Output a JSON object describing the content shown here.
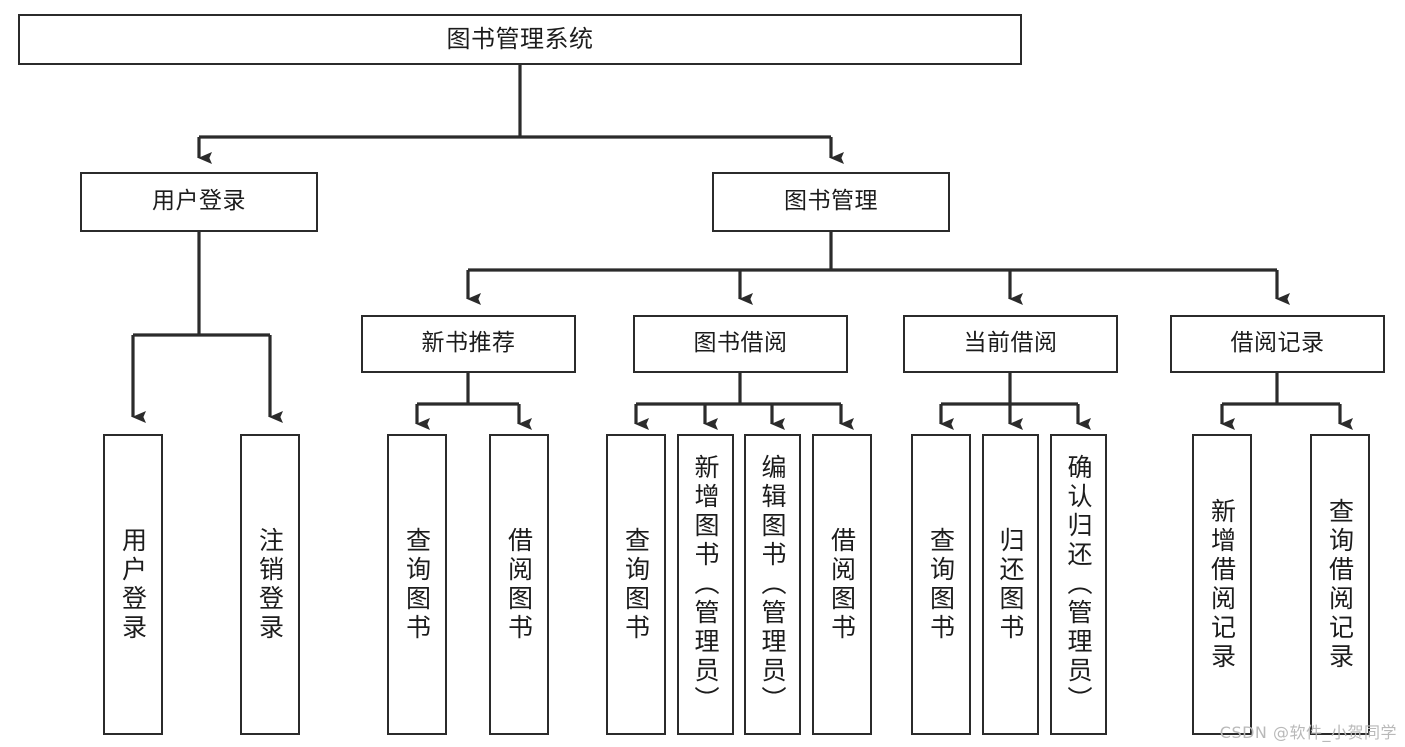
{
  "diagram": {
    "title": "图书管理系统",
    "type": "tree-hierarchy",
    "orientation": "top-down",
    "line_color": "#2b2b2b",
    "box_fill": "#ffffff",
    "text_color": "#1c1c1c",
    "watermark": "CSDN @软件_小贺同学",
    "watermark_color": "#b9b9b9"
  },
  "nodes": {
    "root": {
      "label": "图书管理系统",
      "level": 1
    },
    "l2": [
      {
        "id": "user-login",
        "label": "用户登录",
        "level": 2
      },
      {
        "id": "book-manage",
        "label": "图书管理",
        "level": 2
      }
    ],
    "l3": [
      {
        "id": "new-book-rec",
        "label": "新书推荐",
        "level": 3,
        "parent": "book-manage"
      },
      {
        "id": "book-borrow",
        "label": "图书借阅",
        "level": 3,
        "parent": "book-manage"
      },
      {
        "id": "current-borrow",
        "label": "当前借阅",
        "level": 3,
        "parent": "book-manage"
      },
      {
        "id": "borrow-record",
        "label": "借阅记录",
        "level": 3,
        "parent": "book-manage"
      }
    ],
    "leaves": [
      {
        "id": "leaf-user-login",
        "label": "用户登录",
        "parent": "user-login"
      },
      {
        "id": "leaf-user-logout",
        "label": "注销登录",
        "parent": "user-login"
      },
      {
        "id": "leaf-query-book-1",
        "label": "查询图书",
        "parent": "new-book-rec"
      },
      {
        "id": "leaf-borrow-book-1",
        "label": "借阅图书",
        "parent": "new-book-rec"
      },
      {
        "id": "leaf-query-book-2",
        "label": "查询图书",
        "parent": "book-borrow"
      },
      {
        "id": "leaf-add-book",
        "label": "新增图书（管理员）",
        "parent": "book-borrow"
      },
      {
        "id": "leaf-edit-book",
        "label": "编辑图书（管理员）",
        "parent": "book-borrow"
      },
      {
        "id": "leaf-borrow-book-2",
        "label": "借阅图书",
        "parent": "book-borrow"
      },
      {
        "id": "leaf-query-book-3",
        "label": "查询图书",
        "parent": "current-borrow"
      },
      {
        "id": "leaf-return-book",
        "label": "归还图书",
        "parent": "current-borrow"
      },
      {
        "id": "leaf-confirm-return",
        "label": "确认归还（管理员）",
        "parent": "current-borrow"
      },
      {
        "id": "leaf-add-record",
        "label": "新增借阅记录",
        "parent": "borrow-record"
      },
      {
        "id": "leaf-query-record",
        "label": "查询借阅记录",
        "parent": "borrow-record"
      }
    ]
  }
}
